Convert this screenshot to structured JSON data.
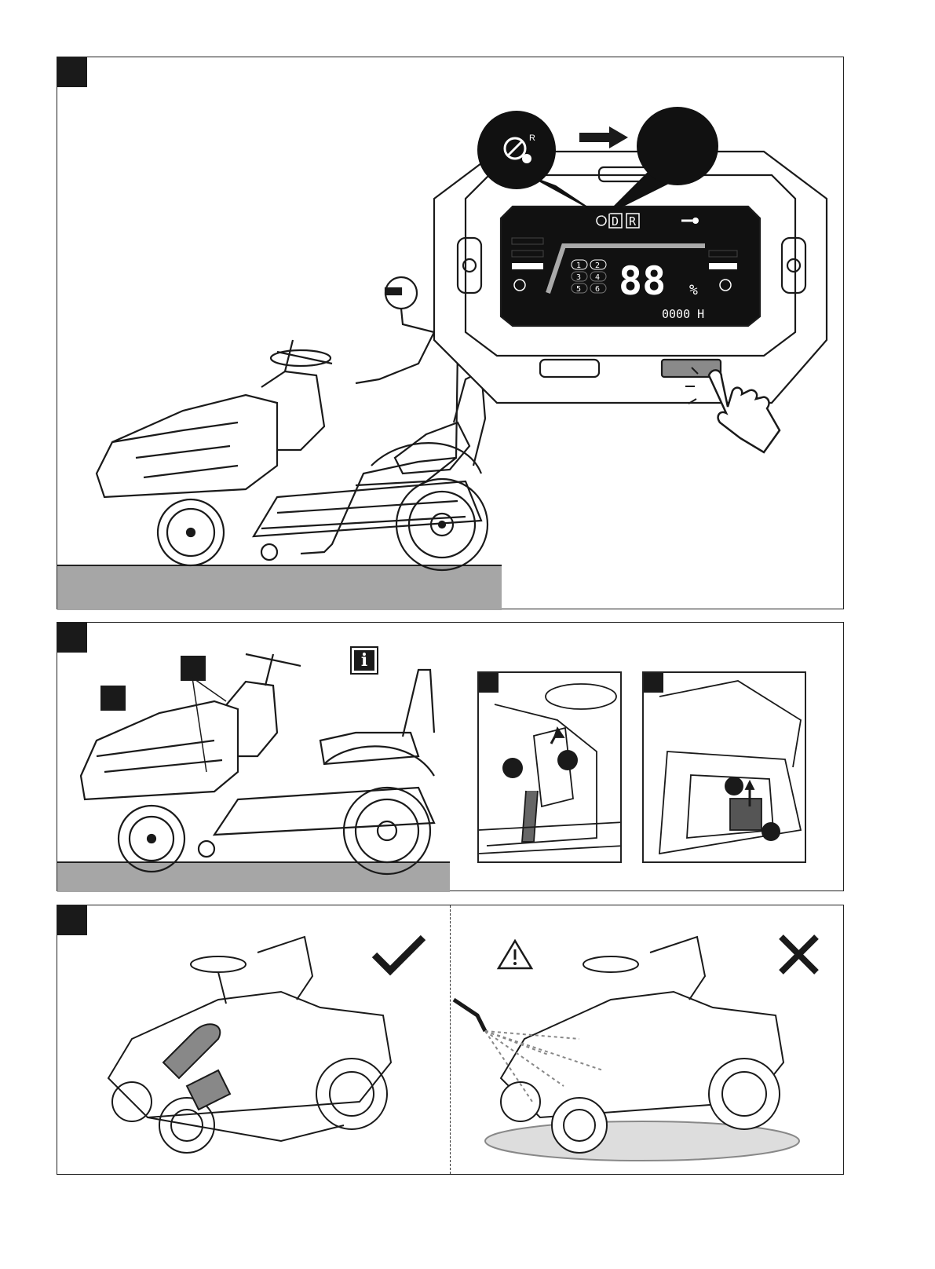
{
  "display": {
    "gear_d": "D",
    "gear_r": "R",
    "speeds": [
      "1",
      "2",
      "3",
      "4",
      "5",
      "6"
    ],
    "battery": "88",
    "percent": "%",
    "hours": "0000 H",
    "reverse_icon_superscript": "R"
  },
  "panels": {
    "panel_2_info_icon": "i"
  },
  "icons": [
    "reverse-mow-icon",
    "arrow-right-icon",
    "pointing-hand-icon",
    "light-gear-button-icon",
    "info-icon",
    "check-icon",
    "warning-icon",
    "cross-icon"
  ],
  "colors": {
    "ink": "#1a1a1a",
    "ground": "#a6a6a6",
    "button": "#8a8a8a"
  }
}
